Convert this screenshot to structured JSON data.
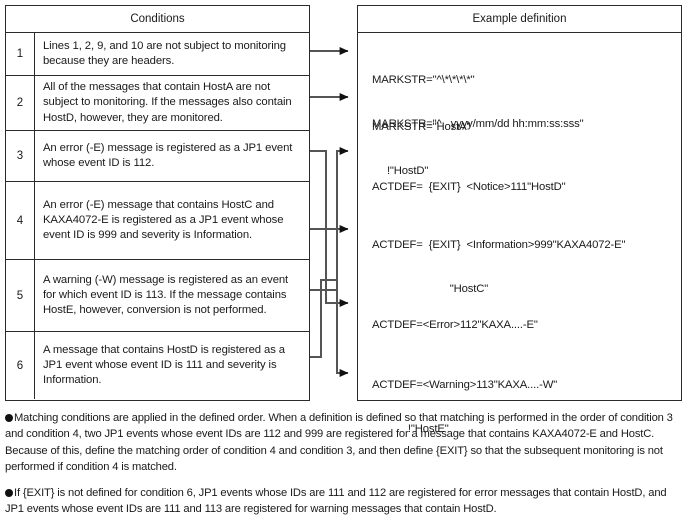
{
  "table": {
    "header": "Conditions",
    "rows": [
      {
        "num": "1",
        "text": "Lines 1, 2, 9, and 10 are not subject to monitoring because they are headers."
      },
      {
        "num": "2",
        "text": "All of the messages that contain HostA are not subject to monitoring. If the messages also contain HostD, however, they are monitored."
      },
      {
        "num": "3",
        "text": "An error (-E) message is registered as a JP1 event whose event ID is 112."
      },
      {
        "num": "4",
        "text": "An error (-E) message that contains HostC and KAXA4072-E is registered as a JP1 event whose event ID is 999 and severity is Information."
      },
      {
        "num": "5",
        "text": "A warning (-W) message is registered as an event for which event ID is 113. If the message contains HostE, however, conversion is not performed."
      },
      {
        "num": "6",
        "text": "A message that contains HostD is registered as a JP1 event whose event ID is 111 and severity is Information."
      }
    ]
  },
  "definition": {
    "header": "Example definition",
    "blocks": [
      {
        "line1": "MARKSTR=\"^\\*\\*\\*\\*\"",
        "line2": "MARKSTR=\"^   yyyy/mm/dd hh:mm:ss:sss\""
      },
      {
        "line1": "MARKSTR=\"HostA\"",
        "line2": "     !\"HostD\""
      },
      {
        "line1": "ACTDEF=  {EXIT}  <Notice>111\"HostD\"",
        "line2": ""
      },
      {
        "line1": "ACTDEF=  {EXIT}  <Information>999\"KAXA4072-E\"",
        "line2": "                          \"HostC\""
      },
      {
        "line1": "ACTDEF=<Error>112\"KAXA....-E\"",
        "line2": ""
      },
      {
        "line1": "ACTDEF=<Warning>113\"KAXA....-W\"",
        "line2": "            !\"HostE\""
      }
    ]
  },
  "notes": [
    "Matching conditions are applied in the defined order. When a definition is defined so that matching is performed in the order of condition 3 and condition 4, two JP1 events whose event IDs are 112 and 999 are registered for a message that contains KAXA4072-E and HostC. Because of this, define the matching order of condition 4 and condition 3, and then define {EXIT} so that the subsequent monitoring is not performed if condition 4 is matched.",
    "If {EXIT} is not defined for condition 6, JP1 events whose IDs are 111 and 112 are registered for error messages that contain HostD, and JP1 events whose event IDs are 111 and 113 are registered for warning messages that contain HostD."
  ],
  "colors": {
    "border": "#2b2b2b",
    "connector": "#555555",
    "arrow": "#111111",
    "text": "#1a1a1a"
  }
}
